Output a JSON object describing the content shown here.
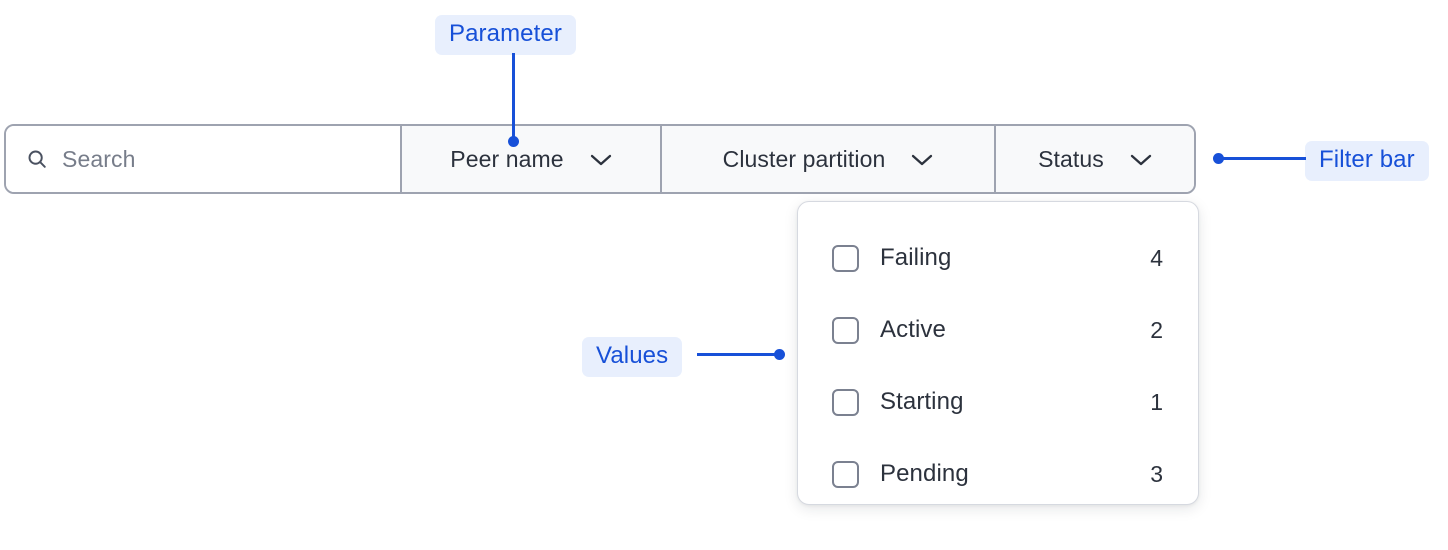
{
  "filter_bar": {
    "search": {
      "icon": "search-icon",
      "placeholder": "Search",
      "value": ""
    },
    "dropdowns": [
      {
        "label": "Peer name",
        "icon": "chevron-down-icon"
      },
      {
        "label": "Cluster partition",
        "icon": "chevron-down-icon"
      },
      {
        "label": "Status",
        "icon": "chevron-down-icon"
      }
    ]
  },
  "dropdown_panel": {
    "open_for": "Status",
    "options": [
      {
        "label": "Failing",
        "count": "4",
        "checked": false
      },
      {
        "label": "Active",
        "count": "2",
        "checked": false
      },
      {
        "label": "Starting",
        "count": "1",
        "checked": false
      },
      {
        "label": "Pending",
        "count": "3",
        "checked": false
      }
    ]
  },
  "annotations": [
    {
      "label": "Parameter",
      "target": "peer-name-dropdown"
    },
    {
      "label": "Filter bar",
      "target": "filter-bar"
    },
    {
      "label": "Values",
      "target": "dropdown-panel"
    }
  ],
  "colors": {
    "annotation_text": "#1750d8",
    "annotation_bg": "#e8effd",
    "bar_border": "#9ea3b0",
    "bar_fill": "#f8f9fa",
    "text": "#2c323d",
    "placeholder": "#777d8a"
  }
}
